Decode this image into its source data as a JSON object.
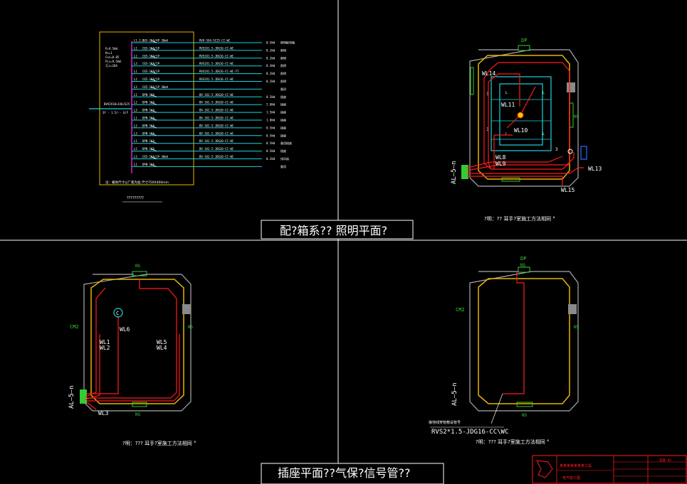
{
  "banner_top": "配?箱系??  照明平面?",
  "banner_bottom": "插座平面??气保?信号管??",
  "captions": {
    "tl": "?????????",
    "tr": "?明：?? 耳手?室施工方法相同 °",
    "bl": "?明：??? 耳手?室施工方法相同 °",
    "br": "?明：??? 耳手?室施工方法相同 °"
  },
  "schematic": {
    "incoming": "BVV2X10+1X6/G25",
    "incoming2": "3Y - 1.5/-- G/F",
    "header_lines": [
      "P=9.5kW",
      "Kx=1",
      "Cos=0.85",
      "Pjs=9.5kW",
      "Ijs=18A"
    ],
    "note": "注：箱体尺寸以厂家为准  尺寸750X400mm",
    "rows": [
      {
        "ph": "L1,2,3",
        "breaker": "C65-25A/4P 30mA",
        "cable": "RVV-5X4-SC25-CC-WC",
        "load": "0.5kW",
        "use": "照明配电箱"
      },
      {
        "ph": "L1",
        "breaker": "C65-16A/1P",
        "cable": "RVS2X1.5-JDG16-CC-WC",
        "load": "0.2kW",
        "use": "照明"
      },
      {
        "ph": "L2",
        "breaker": "C65-16A/1P",
        "cable": "RVS2X1.5-JDG16-CC-WC",
        "load": "0.2kW",
        "use": "照明"
      },
      {
        "ph": "L3",
        "breaker": "C65-16A/1P",
        "cable": "RVS2X1.5-JDG16-CC-WC",
        "load": "0.3kW",
        "use": "照明"
      },
      {
        "ph": "L1",
        "breaker": "C65-16A/1P",
        "cable": "RVS2X1.5-JDG16-CC-WC-FT",
        "load": "0.2kW",
        "use": "照明"
      },
      {
        "ph": "L2",
        "breaker": "C65-16A/1P",
        "cable": "RVS2X1.5-JDG16-CC-WC",
        "load": "0.2kW",
        "use": "照明"
      },
      {
        "ph": "L3",
        "breaker": "C65-16A/1P 30mA",
        "cable": "",
        "load": "",
        "use": "备用"
      },
      {
        "ph": "L1",
        "breaker": "DPN 16A",
        "cable": "BV-3X2.5-JDG20-CC-WC",
        "load": "0.5kW",
        "use": "插座"
      },
      {
        "ph": "L2",
        "breaker": "DPN 16A",
        "cable": "BV-3X2.5-JDG20-CC-WC",
        "load": "2.0kW",
        "use": "插座"
      },
      {
        "ph": "L3",
        "breaker": "DPN 16A",
        "cable": "BV-3X2.5-JDG20-CC-WC",
        "load": "1.5kW",
        "use": "插座"
      },
      {
        "ph": "L1",
        "breaker": "DPN 16A",
        "cable": "BV-3X2.5-JDG20-CC-WC",
        "load": "1.0kW",
        "use": "插座"
      },
      {
        "ph": "L2",
        "breaker": "DPN 16A",
        "cable": "BV-3X2.5-JDG20-CC-WC",
        "load": "0.5kW",
        "use": "插座"
      },
      {
        "ph": "L3",
        "breaker": "DPN 16A",
        "cable": "BV-3X2.5-JDG20-CC-WC",
        "load": "0.5kW",
        "use": "插座"
      },
      {
        "ph": "L1",
        "breaker": "DPN 16A",
        "cable": "BV-3X2.5-JDG20-CC-WC",
        "load": "0.5kW",
        "use": "备用插座"
      },
      {
        "ph": "L2",
        "breaker": "DPN 16A",
        "cable": "BV-3X2.5-JDG20-CC-WC",
        "load": "0.5kW",
        "use": "插座"
      },
      {
        "ph": "L3",
        "breaker": "C65-16A/1P 30mA",
        "cable": "BV-3X2.5-JDG20-CC-WC",
        "load": "0.2kW",
        "use": "排风扇"
      },
      {
        "ph": "L1",
        "breaker": "DPN 16A",
        "cable": "",
        "load": "",
        "use": "备用"
      }
    ]
  },
  "labels": {
    "dp": "DP",
    "ns": "NS",
    "cm2": "CM2",
    "al5": "AL—5—n",
    "wl14": "WL14",
    "wl11": "WL11",
    "wl10": "WL10",
    "wl8": "WL8",
    "wl9": "WL9",
    "wl13": "WL13",
    "wl15": "WL15",
    "wl6": "WL6",
    "wl1": "WL1",
    "wl2": "WL2",
    "wl5": "WL5",
    "wl4": "WL4",
    "wl3": "WL3",
    "c": "C",
    "s": "S",
    "s3": "3",
    "l": "L",
    "rvs": "RVS2*1.5-JDG16-CC\\WC",
    "rvs_note": "接地线穿管敷设管号"
  },
  "title_block": {
    "project": "某某某某某某某工程",
    "drawing": "电气施工图",
    "no": "电施-05"
  },
  "colors": {
    "yellow": "#e8b400",
    "red": "#ff1a1a",
    "cyan": "#19d4e0",
    "green": "#33cc33",
    "white": "#ffffff",
    "gray": "#8a8a8a",
    "magenta": "#ff33ff"
  }
}
